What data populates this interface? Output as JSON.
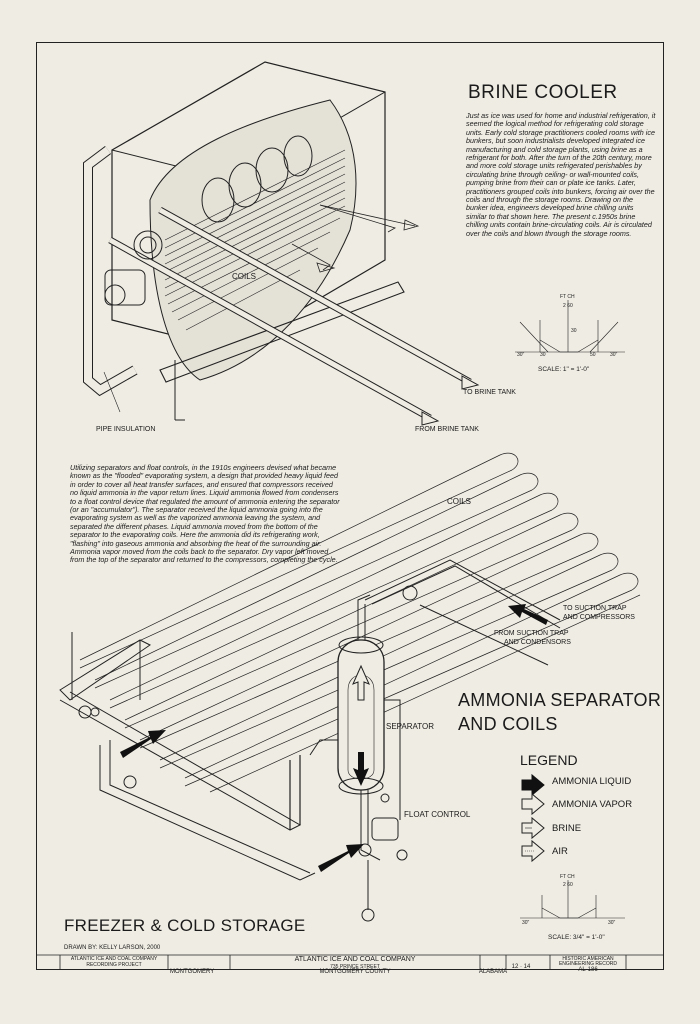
{
  "brine_cooler": {
    "title": "BRINE COOLER",
    "text": "Just as ice was used for home and industrial refrigeration, it seemed the logical method for refrigerating cold storage units. Early cold storage practitioners cooled rooms with ice bunkers, but soon industrialists developed integrated ice manufacturing and cold storage plants, using brine as a refrigerant for both. After the turn of the 20th century, more and more cold storage units refrigerated perishables by circulating brine through ceiling- or wall-mounted coils, pumping brine from their can or plate ice tanks. Later, practitioners grouped coils into bunkers, forcing air over the coils and through the storage rooms. Drawing on the bunker idea, engineers developed brine chilling units similar to that shown here. The present c.1950s brine chilling units contain brine-circulating coils. Air is circulated over the coils and blown through the storage rooms.",
    "labels": {
      "coils": "COILS",
      "to_brine_tank": "TO BRINE TANK",
      "from_brine_tank": "FROM BRINE TANK",
      "pipe_insulation": "PIPE INSULATION"
    },
    "scale": "SCALE:  1\" = 1'-0\""
  },
  "ammonia": {
    "text": "Utilizing separators and float controls, in the 1910s engineers devised what became known as the \"flooded\" evaporating system, a design that provided heavy liquid feed in order to cover all heat transfer surfaces, and ensured that compressors received no liquid ammonia in the vapor return lines. Liquid ammonia flowed from condensers to a float control device that regulated the amount of ammonia entering the separator (or an \"accumulator\"). The separator received the liquid ammonia going into the evaporating system as well as the vaporized ammonia leaving the system, and separated the different phases. Liquid ammonia moved from the bottom of the separator to the evaporating coils. Here the ammonia did its refrigerating work, \"flashing\" into gaseous ammonia and absorbing the heat of the surrounding air. Ammonia vapor moved from the coils back to the separator. Dry vapor left moved from the top of the separator and returned to the compressors, completing the cycle.",
    "title_line1": "AMMONIA SEPARATOR",
    "title_line2": "AND COILS",
    "labels": {
      "coils": "COILS",
      "to_suction_trap_1": "TO SUCTION TRAP",
      "to_suction_trap_2": "AND COMPRESSORS",
      "from_suction_trap_1": "FROM SUCTION TRAP",
      "from_suction_trap_2": "AND CONDENSORS",
      "separator": "SEPARATOR",
      "float_control": "FLOAT CONTROL"
    },
    "scale": "SCALE:  3/4\" = 1'-0\""
  },
  "legend": {
    "title": "LEGEND",
    "items": [
      "AMMONIA LIQUID",
      "AMMONIA VAPOR",
      "BRINE",
      "AIR"
    ]
  },
  "sheet_title": "FREEZER & COLD STORAGE",
  "drawn_by": "DRAWN BY:  KELLY LARSON,  2000",
  "title_block": {
    "project_line1": "ATLANTIC ICE AND COAL COMPANY",
    "project_line2": "RECORDING PROJECT",
    "company": "ATLANTIC ICE AND COAL COMPANY",
    "address": "735 PRINCE STREET",
    "county": "MONTGOMERY COUNTY",
    "city": "MONTGOMERY",
    "state": "ALABAMA",
    "sheet": "12 · 14",
    "record_line1": "HISTORIC AMERICAN",
    "record_line2": "ENGINEERING RECORD",
    "record_number": "AL-186"
  }
}
